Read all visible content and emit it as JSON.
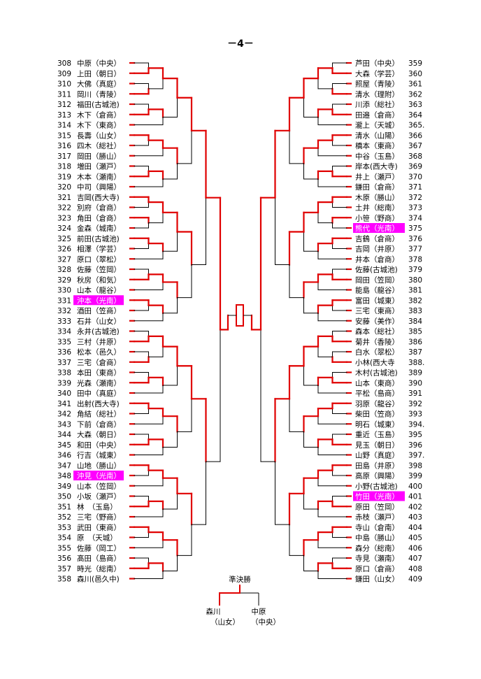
{
  "page_title": "－4－",
  "final_label": "準決勝",
  "finalists": [
    {
      "name": "森川",
      "school": "（山女）"
    },
    {
      "name": "中原",
      "school": "（中央）"
    }
  ],
  "colors": {
    "win": "#e00000",
    "line": "#000000",
    "highlight": "#ff00ff"
  },
  "left_entries": [
    {
      "no": "308",
      "label": "中原（中央）",
      "hl": false
    },
    {
      "no": "309",
      "label": "上田（朝日）",
      "hl": false
    },
    {
      "no": "310",
      "label": "大佛（真庭）",
      "hl": false
    },
    {
      "no": "311",
      "label": "岡川（青陵）",
      "hl": false
    },
    {
      "no": "312",
      "label": "福田(古城池)",
      "hl": false
    },
    {
      "no": "313",
      "label": "木下（倉商）",
      "hl": false
    },
    {
      "no": "314",
      "label": "木下（東商）",
      "hl": false
    },
    {
      "no": "315",
      "label": "長壽（山女）",
      "hl": false
    },
    {
      "no": "316",
      "label": "四木（総社）",
      "hl": false
    },
    {
      "no": "317",
      "label": "岡田（勝山）",
      "hl": false
    },
    {
      "no": "318",
      "label": "増田（瀬戸）",
      "hl": false
    },
    {
      "no": "319",
      "label": "木本（瀬南）",
      "hl": false
    },
    {
      "no": "320",
      "label": "中司（興陽）",
      "hl": false
    },
    {
      "no": "321",
      "label": "吉岡(西大寺)",
      "hl": false
    },
    {
      "no": "322",
      "label": "別府（倉商）",
      "hl": false
    },
    {
      "no": "323",
      "label": "角田（倉商）",
      "hl": false
    },
    {
      "no": "324",
      "label": "金森（城南）",
      "hl": false
    },
    {
      "no": "325",
      "label": "前田(古城池)",
      "hl": false
    },
    {
      "no": "326",
      "label": "相澤（学芸）",
      "hl": false
    },
    {
      "no": "327",
      "label": "原口（翠松）",
      "hl": false
    },
    {
      "no": "328",
      "label": "佐藤（笠岡）",
      "hl": false
    },
    {
      "no": "329",
      "label": "秋房（和気）",
      "hl": false
    },
    {
      "no": "330",
      "label": "山本（龍谷）",
      "hl": false
    },
    {
      "no": "331",
      "label": "沖本（光南）",
      "hl": true
    },
    {
      "no": "332",
      "label": "酒田（笠商）",
      "hl": false
    },
    {
      "no": "333",
      "label": "石井（山女）",
      "hl": false
    },
    {
      "no": "334",
      "label": "永井(古城池)",
      "hl": false
    },
    {
      "no": "335",
      "label": "三村（井原）",
      "hl": false
    },
    {
      "no": "336",
      "label": "松本（邑久）",
      "hl": false
    },
    {
      "no": "337",
      "label": "三宅（倉商）",
      "hl": false
    },
    {
      "no": "338",
      "label": "本田（東商）",
      "hl": false
    },
    {
      "no": "339",
      "label": "光森（瀬南）",
      "hl": false
    },
    {
      "no": "340",
      "label": "田中（真庭）",
      "hl": false
    },
    {
      "no": "341",
      "label": "出射(西大寺)",
      "hl": false
    },
    {
      "no": "342",
      "label": "角結（総社）",
      "hl": false
    },
    {
      "no": "343",
      "label": "下前（倉商）",
      "hl": false
    },
    {
      "no": "344",
      "label": "大森（朝日）",
      "hl": false
    },
    {
      "no": "345",
      "label": "和田（中央）",
      "hl": false
    },
    {
      "no": "346",
      "label": "行吉（城東）",
      "hl": false
    },
    {
      "no": "347",
      "label": "山地（勝山）",
      "hl": false
    },
    {
      "no": "348",
      "label": "沖見（光南）",
      "hl": true
    },
    {
      "no": "349",
      "label": "山本（笠岡）",
      "hl": false
    },
    {
      "no": "350",
      "label": "小坂（瀬戸）",
      "hl": false
    },
    {
      "no": "351",
      "label": "林　（玉島）",
      "hl": false
    },
    {
      "no": "352",
      "label": "三宅（野商）",
      "hl": false
    },
    {
      "no": "353",
      "label": "武田（東商）",
      "hl": false
    },
    {
      "no": "354",
      "label": "原　（天城）",
      "hl": false
    },
    {
      "no": "355",
      "label": "佐藤（岡工）",
      "hl": false
    },
    {
      "no": "356",
      "label": "髙田（島商）",
      "hl": false
    },
    {
      "no": "357",
      "label": "時光（総南）",
      "hl": false
    },
    {
      "no": "358",
      "label": "森川(邑久中)",
      "hl": false
    }
  ],
  "right_entries": [
    {
      "no": "359",
      "label": "芦田（中央）",
      "hl": false
    },
    {
      "no": "360",
      "label": "大森（学芸）",
      "hl": false
    },
    {
      "no": "361",
      "label": "照屋（青陵）",
      "hl": false
    },
    {
      "no": "362",
      "label": "清水（理附）",
      "hl": false
    },
    {
      "no": "363",
      "label": "川添（総社）",
      "hl": false
    },
    {
      "no": "364",
      "label": "田邉（倉商）",
      "hl": false
    },
    {
      "no": "365.",
      "label": "瀧上（天城）",
      "hl": false
    },
    {
      "no": "366",
      "label": "清水（山陽）",
      "hl": false
    },
    {
      "no": "367",
      "label": "橋本（東商）",
      "hl": false
    },
    {
      "no": "368",
      "label": "中谷（玉島）",
      "hl": false
    },
    {
      "no": "369",
      "label": "岸本(西大寺)",
      "hl": false
    },
    {
      "no": "370",
      "label": "井上（瀬戸）",
      "hl": false
    },
    {
      "no": "371",
      "label": "鎌田（倉商）",
      "hl": false
    },
    {
      "no": "372",
      "label": "木原（勝山）",
      "hl": false
    },
    {
      "no": "373",
      "label": "土井（総南）",
      "hl": false
    },
    {
      "no": "374",
      "label": "小笹（野商）",
      "hl": false
    },
    {
      "no": "375",
      "label": "熊代（光南）",
      "hl": true
    },
    {
      "no": "376",
      "label": "吉鶴（倉商）",
      "hl": false
    },
    {
      "no": "377",
      "label": "吉岡（井原）",
      "hl": false
    },
    {
      "no": "378",
      "label": "井本（倉商）",
      "hl": false
    },
    {
      "no": "379",
      "label": "佐藤(古城池)",
      "hl": false
    },
    {
      "no": "380",
      "label": "岡田（笠岡）",
      "hl": false
    },
    {
      "no": "381",
      "label": "能島（龍谷）",
      "hl": false
    },
    {
      "no": "382",
      "label": "富田（城東）",
      "hl": false
    },
    {
      "no": "383",
      "label": "三宅（東商）",
      "hl": false
    },
    {
      "no": "384",
      "label": "安藤（美作）",
      "hl": false
    },
    {
      "no": "385",
      "label": "森本（総社）",
      "hl": false
    },
    {
      "no": "386",
      "label": "菊井（香陵）",
      "hl": false
    },
    {
      "no": "387",
      "label": "白水（翠松）",
      "hl": false
    },
    {
      "no": "388.",
      "label": "小林(西大寺",
      "hl": false
    },
    {
      "no": "389",
      "label": "木村(古城池)",
      "hl": false
    },
    {
      "no": "390",
      "label": "山本（東商）",
      "hl": false
    },
    {
      "no": "391",
      "label": "平松（島商）",
      "hl": false
    },
    {
      "no": "392",
      "label": "羽原（龍谷）",
      "hl": false
    },
    {
      "no": "393",
      "label": "柴田（笠商）",
      "hl": false
    },
    {
      "no": "394.",
      "label": "明石（城東）",
      "hl": false
    },
    {
      "no": "395",
      "label": "重近（玉島）",
      "hl": false
    },
    {
      "no": "396",
      "label": "見玉（朝日）",
      "hl": false
    },
    {
      "no": "397.",
      "label": "山野（真庭）",
      "hl": false
    },
    {
      "no": "398",
      "label": "田島（井原）",
      "hl": false
    },
    {
      "no": "399",
      "label": "高原（興陽）",
      "hl": false
    },
    {
      "no": "400",
      "label": "小野(古城池)",
      "hl": false
    },
    {
      "no": "401",
      "label": "竹田（光南）",
      "hl": true
    },
    {
      "no": "402",
      "label": "原田（笠岡）",
      "hl": false
    },
    {
      "no": "403",
      "label": "赤枝（瀬戸）",
      "hl": false
    },
    {
      "no": "404",
      "label": "寺山（倉南）",
      "hl": false
    },
    {
      "no": "405",
      "label": "中島（勝山）",
      "hl": false
    },
    {
      "no": "406",
      "label": "森分（総南）",
      "hl": false
    },
    {
      "no": "407",
      "label": "寺見（瀬南）",
      "hl": false
    },
    {
      "no": "408",
      "label": "原口（倉商）",
      "hl": false
    },
    {
      "no": "409",
      "label": "鎌田（山女）",
      "hl": false
    }
  ]
}
